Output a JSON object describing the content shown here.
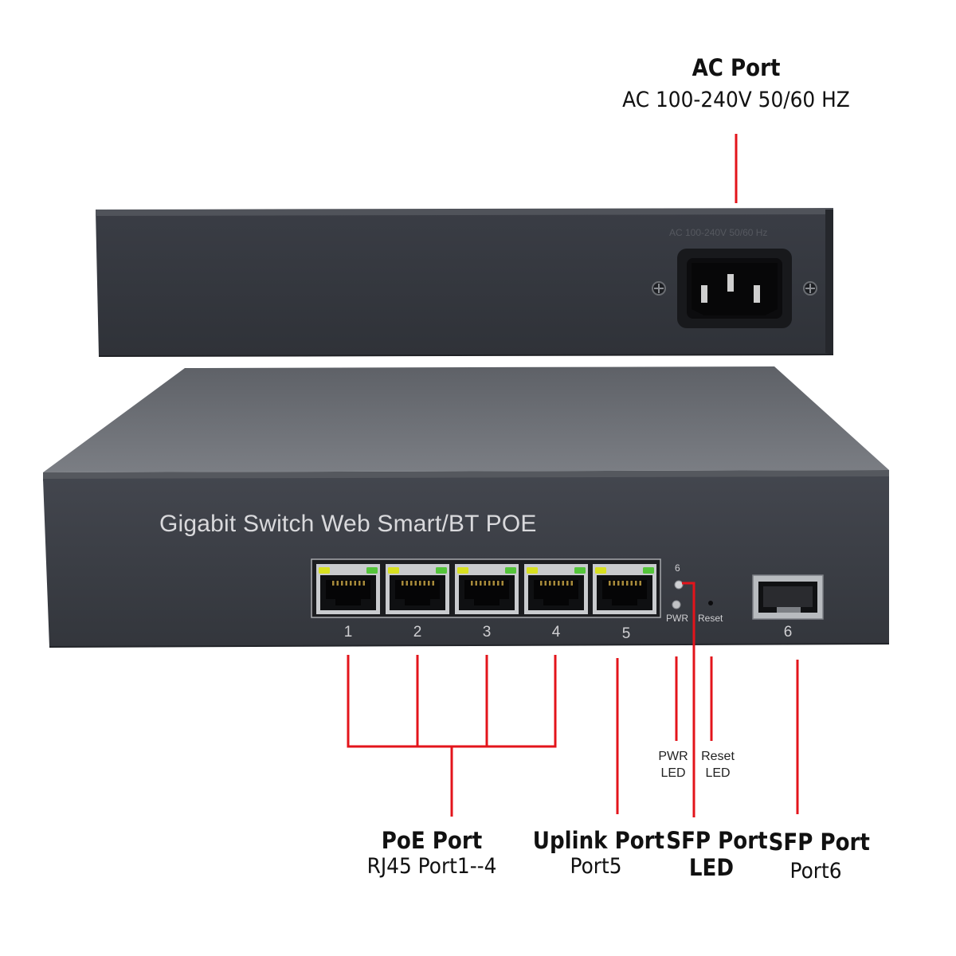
{
  "callouts": {
    "ac_port": {
      "title": "AC Port",
      "subtitle": "AC 100-240V 50/60 HZ"
    },
    "poe_port": {
      "title": "PoE Port",
      "subtitle": "RJ45 Port1--4"
    },
    "uplink_port": {
      "title": "Uplink Port",
      "subtitle": "Port5"
    },
    "sfp_led": {
      "title_line1": "SFP Port",
      "title_line2": "LED"
    },
    "sfp_port": {
      "title": "SFP Port",
      "subtitle": "Port6"
    },
    "pwr_led": {
      "line1": "PWR",
      "line2": "LED"
    },
    "reset_led": {
      "line1": "Reset",
      "line2": "LED"
    }
  },
  "device": {
    "front_label": "Gigabit Switch Web Smart/BT POE",
    "port_numbers": [
      "1",
      "2",
      "3",
      "4",
      "5",
      "6"
    ],
    "led_number": "6",
    "pwr_label": "PWR",
    "reset_label": "Reset",
    "rear_engraving": "AC 100-240V 50/60 Hz"
  },
  "colors": {
    "callout_line": "#e3141b",
    "chassis": "#3b3e46",
    "chassis_top": "#6c6f75",
    "port_led_yellow": "#d8e020",
    "port_led_green": "#54c43a"
  }
}
